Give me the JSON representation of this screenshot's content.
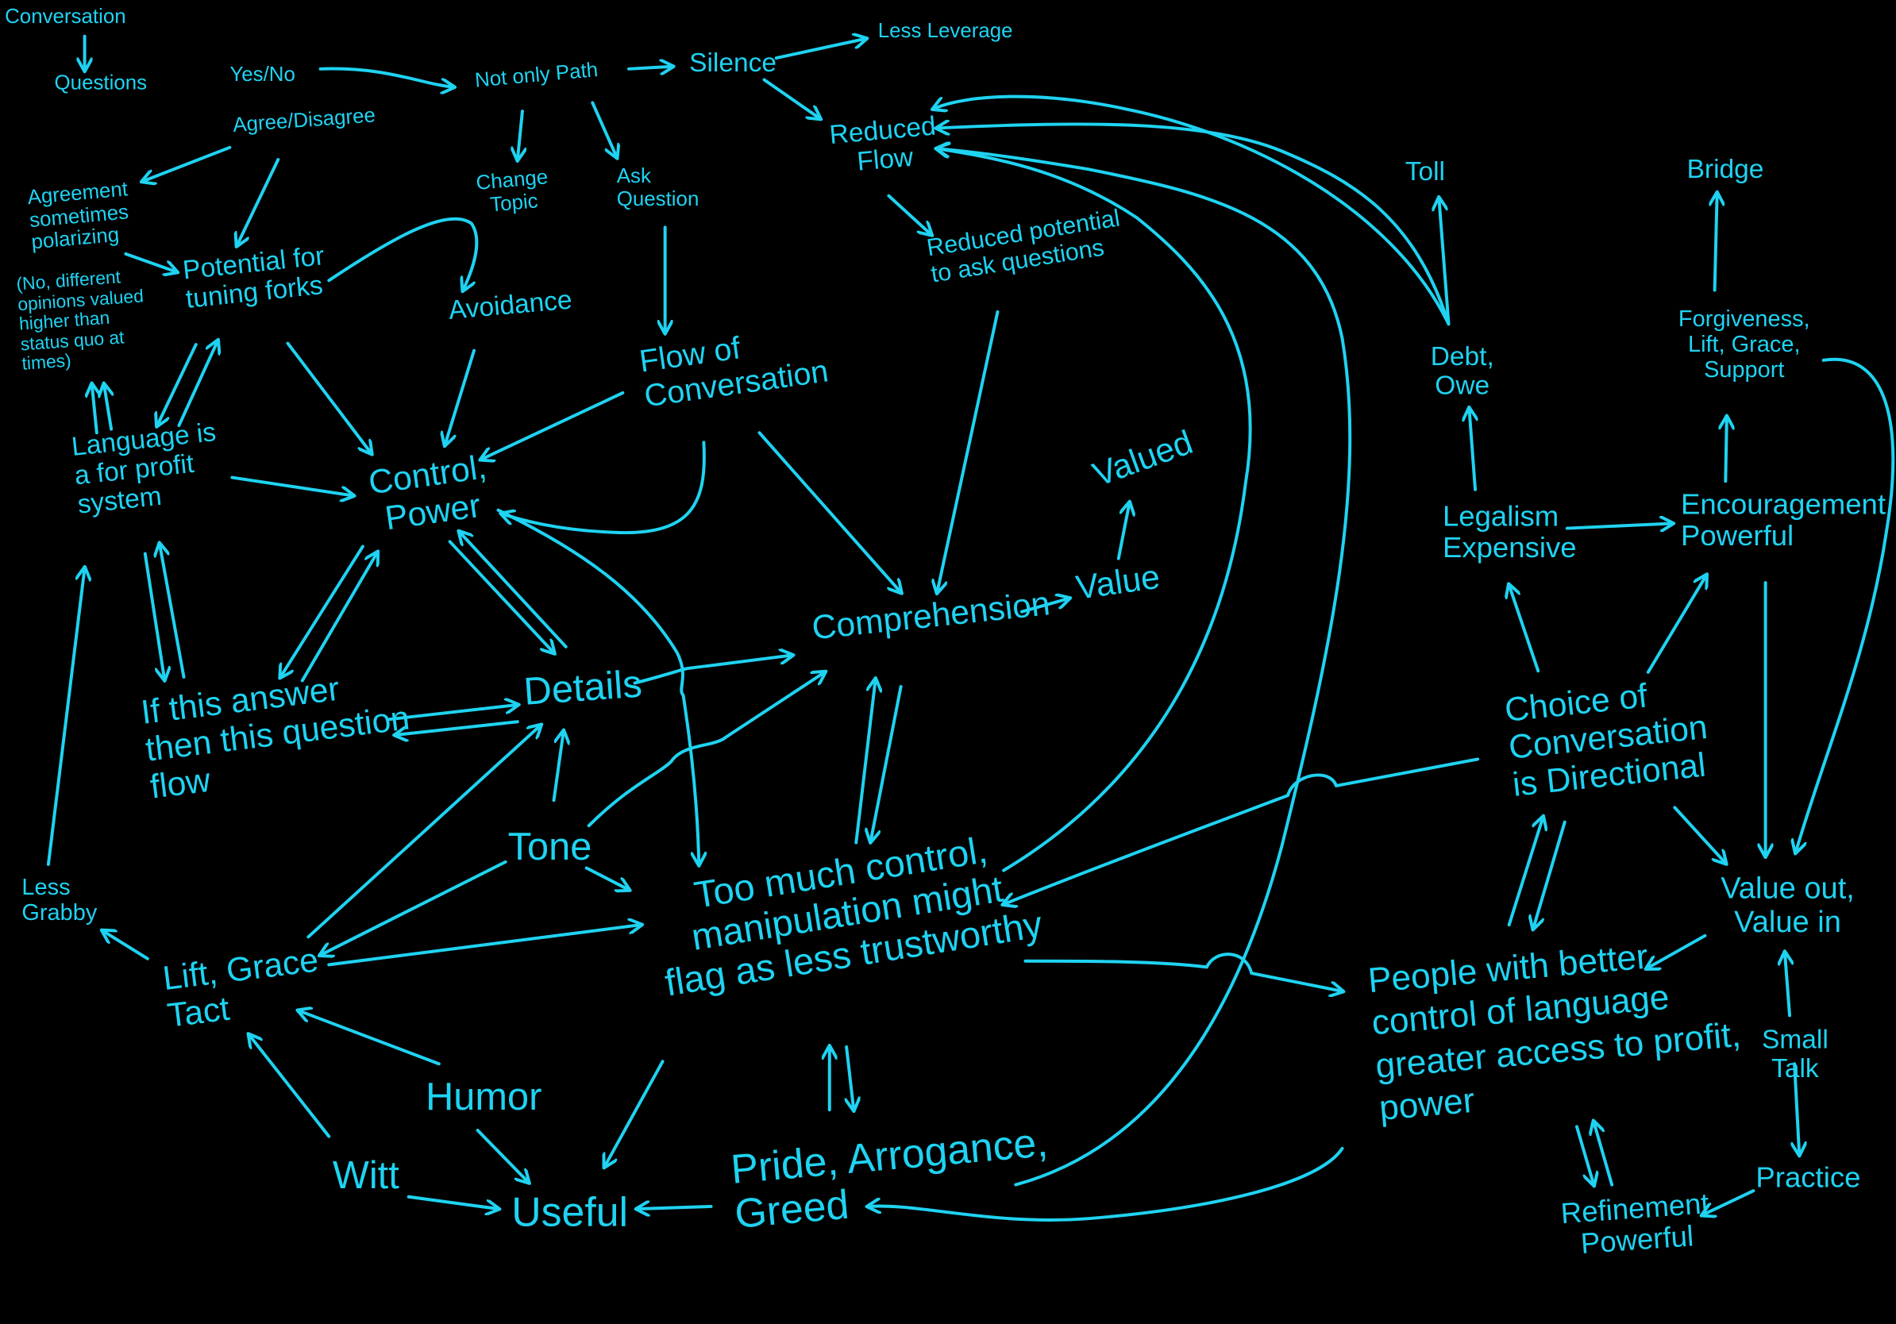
{
  "diagram": {
    "color": "#1fd3f2",
    "nodes": {
      "conversation": "Conversation",
      "questions": "Questions",
      "yes_no": "Yes/No",
      "agree_disagree": "Agree/Disagree",
      "not_only_path": "Not only Path",
      "silence": "Silence",
      "less_leverage": "Less Leverage",
      "reduced_flow": "Reduced\nFlow",
      "change_topic": "Change\nTopic",
      "ask_question": "Ask\nQuestion",
      "agreement_polarizing": "Agreement\nsometimes\npolarizing",
      "different_opinions": "(No, different\nopinions valued\nhigher than\nstatus quo at\ntimes)",
      "tuning_forks": "Potential for\ntuning forks",
      "avoidance": "Avoidance",
      "reduced_potential": "Reduced potential\nto ask questions",
      "toll": "Toll",
      "bridge": "Bridge",
      "flow_of_conversation": "Flow of\nConversation",
      "debt_owe": "Debt,\nOwe",
      "forgiveness": "Forgiveness,\nLift, Grace,\nSupport",
      "language_profit": "Language is\na for profit\nsystem",
      "control_power": "Control,\nPower",
      "valued": "Valued",
      "legalism": "Legalism\nExpensive",
      "encouragement": "Encouragement\nPowerful",
      "comprehension": "Comprehension",
      "value": "Value",
      "answer_question_flow": "If this answer\nthen this question\nflow",
      "details": "Details",
      "choice_directional": "Choice of\nConversation\nis Directional",
      "tone": "Tone",
      "less_grabby": "Less\nGrabby",
      "value_out_in": "Value out,\nValue in",
      "too_much_control": "Too much control,\nmanipulation might\nflag as less trustworthy",
      "lift_grace_tact": "Lift, Grace\nTact",
      "people_better_control": "People with better\ncontrol of language\ngreater access to profit,\npower",
      "small_talk": "Small\nTalk",
      "humor": "Humor",
      "witt": "Witt",
      "practice": "Practice",
      "pride_arrogance_greed": "Pride, Arrogance,\nGreed",
      "useful": "Useful",
      "refinement": "Refinement\nPowerful"
    }
  }
}
